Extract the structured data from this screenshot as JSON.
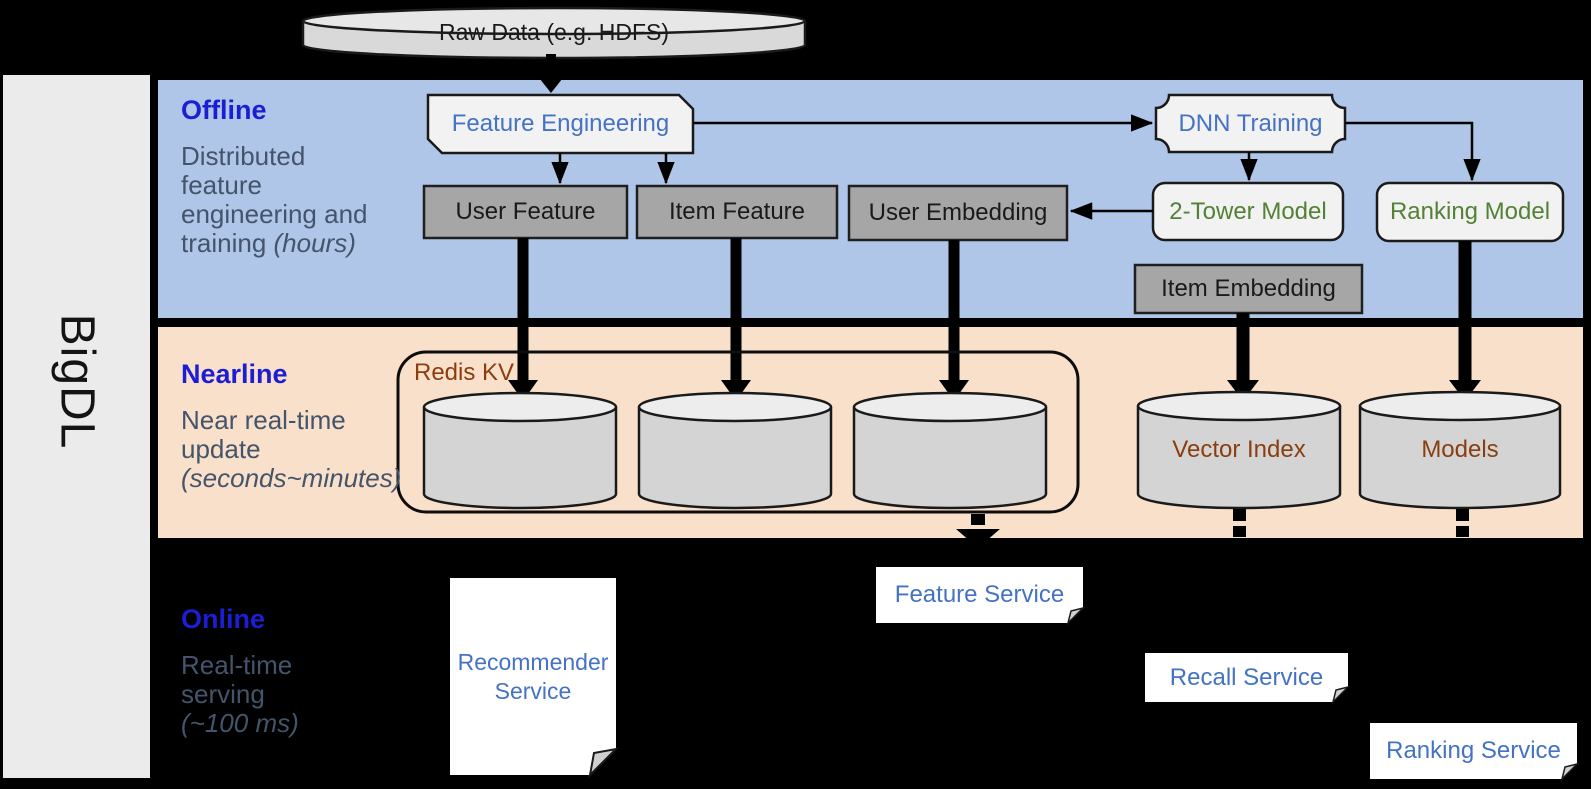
{
  "sidebar": {
    "label": "BigDL"
  },
  "raw_data_label": "Raw Data (e.g. HDFS)",
  "sections": {
    "offline": {
      "title": "Offline",
      "line1": "Distributed",
      "line2": "feature",
      "line3": "engineering and",
      "line4_plain": "training ",
      "line4_italic": "(hours)"
    },
    "nearline": {
      "title": "Nearline",
      "line1": "Near real-time",
      "line2": "update",
      "line3_italic": "(seconds~minutes)"
    },
    "online": {
      "title": "Online",
      "line1": "Real-time",
      "line2": "serving",
      "line3_italic": "(~100 ms)"
    }
  },
  "nodes": {
    "feature_engineering": "Feature Engineering",
    "dnn_training": "DNN Training",
    "user_feature": "User Feature",
    "item_feature": "Item Feature",
    "user_embedding": "User Embedding",
    "two_tower_model": "2-Tower Model",
    "ranking_model": "Ranking Model",
    "item_embedding": "Item Embedding",
    "redis_kv": "Redis KV",
    "vector_index": "Vector Index",
    "models": "Models",
    "recommender_service": "Recommender Service",
    "feature_service": "Feature Service",
    "recall_service": "Recall Service",
    "ranking_service": "Ranking Service"
  },
  "colors": {
    "background": "#000000",
    "offline_band": "#afc6e9",
    "nearline_band": "#f9e0ca",
    "section_heading_blue": "#1b1ed2",
    "section_body_gray": "#44546a",
    "node_text_blue": "#4472c4",
    "node_text_green": "#538135",
    "node_text_brown": "#8a3e10",
    "gray_node_fill": "#a6a6a6",
    "light_node_fill": "#f2f2f2",
    "cylinder_fill": "#d4d4d4"
  }
}
